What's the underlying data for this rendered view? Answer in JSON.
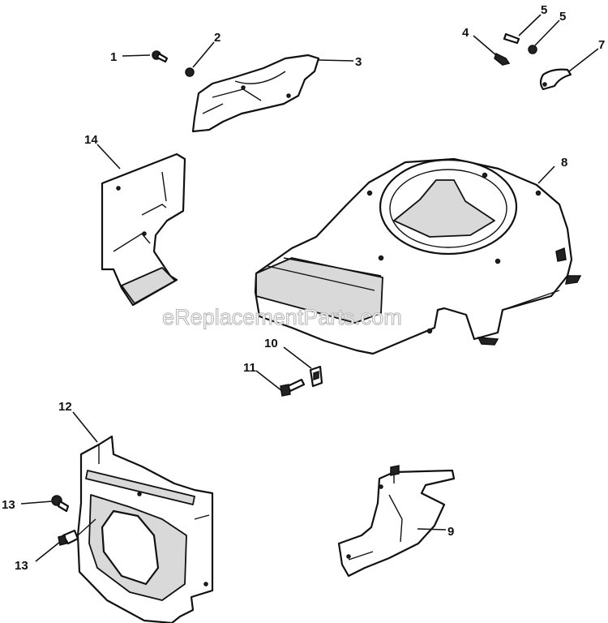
{
  "watermark": "eReplacementParts.com",
  "callouts": {
    "c1": "1",
    "c2": "2",
    "c3": "3",
    "c4": "4",
    "c5a": "5",
    "c5b": "5",
    "c7": "7",
    "c8": "8",
    "c9": "9",
    "c10": "10",
    "c11": "11",
    "c12": "12",
    "c13a": "13",
    "c13b": "13",
    "c14": "14"
  }
}
